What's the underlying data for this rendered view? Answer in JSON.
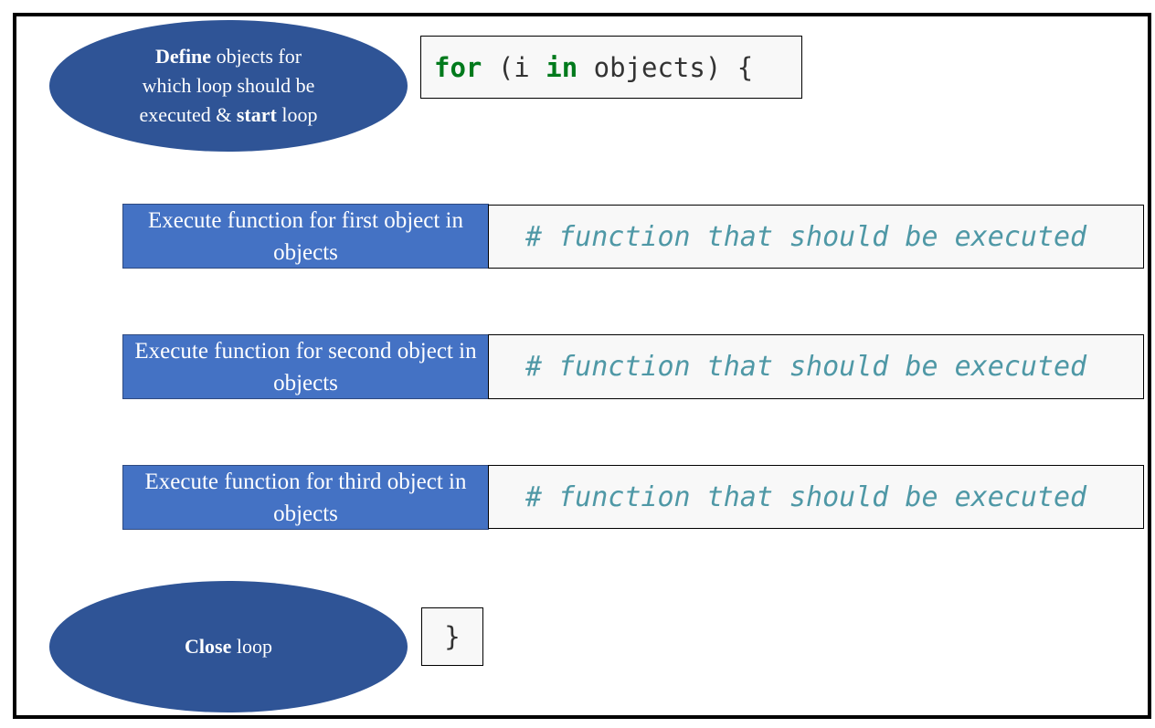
{
  "start": {
    "ellipse": {
      "line1_bold": "Define",
      "line1_rest": " objects for",
      "line2": "which loop should be",
      "line3_pre": "executed & ",
      "line3_bold": "start",
      "line3_rest": " loop"
    },
    "code": {
      "kw_for": "for",
      "paren_open": " (i ",
      "kw_in": "in",
      "rest": " objects) {"
    }
  },
  "rows": [
    {
      "label": "Execute function for first object in objects",
      "code": "# function that should be executed"
    },
    {
      "label": "Execute function for second object in objects",
      "code": "# function that should be executed"
    },
    {
      "label": "Execute function for third object in objects",
      "code": "# function that should be executed"
    }
  ],
  "close": {
    "ellipse": {
      "bold": "Close",
      "rest": " loop"
    },
    "code": "}"
  },
  "colors": {
    "ellipse_fill": "#2f5496",
    "label_fill": "#4472c4",
    "keyword": "#007a1c",
    "comment": "#4f98a6",
    "code_bg": "#f8f8f8"
  }
}
